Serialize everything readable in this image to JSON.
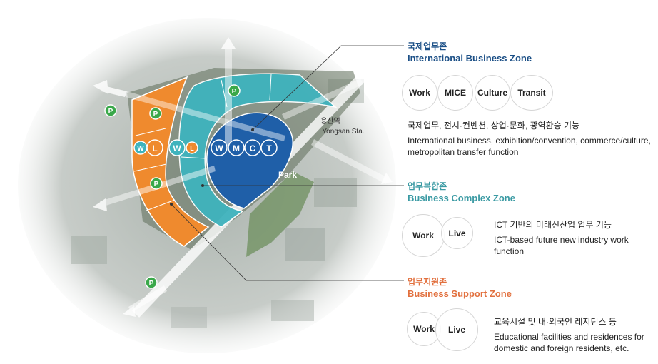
{
  "zones": [
    {
      "ko": "국제업무존",
      "en": "International Business Zone",
      "color": "#1b4f86",
      "circles": [
        "Work",
        "MICE",
        "Culture",
        "Transit"
      ],
      "desc_ko": "국제업무, 전시·컨벤션, 상업·문화, 광역환승 기능",
      "desc_en": "International business, exhibition/convention, commerce/culture, metropolitan transfer function"
    },
    {
      "ko": "업무복합존",
      "en": "Business Complex Zone",
      "color": "#3a9aa3",
      "circles": [
        "Work",
        "Live"
      ],
      "desc_ko": "ICT 기반의 미래신산업 업무 기능",
      "desc_en": "ICT-based future new industry work function"
    },
    {
      "ko": "업무지원존",
      "en": "Business Support Zone",
      "color": "#e2703e",
      "circles": [
        "Work",
        "Live"
      ],
      "desc_ko": "교육시설 및 내·외국인 레지던스 등",
      "desc_en": "Educational facilities and residences for domestic and foreign residents, etc."
    }
  ],
  "map": {
    "station_ko": "용산역",
    "station_en": "Yongsan Sta.",
    "park_label": "Park",
    "parking_letter": "P",
    "core_markers": [
      "W",
      "M",
      "C",
      "T"
    ],
    "teal_markers": [
      "W",
      "L"
    ],
    "orange_markers": [
      "W",
      "L"
    ],
    "colors": {
      "core_blue": "#1f5fa8",
      "teal": "#3fb3bd",
      "orange": "#ef8a2e",
      "parking_green": "#3aa84a"
    }
  }
}
